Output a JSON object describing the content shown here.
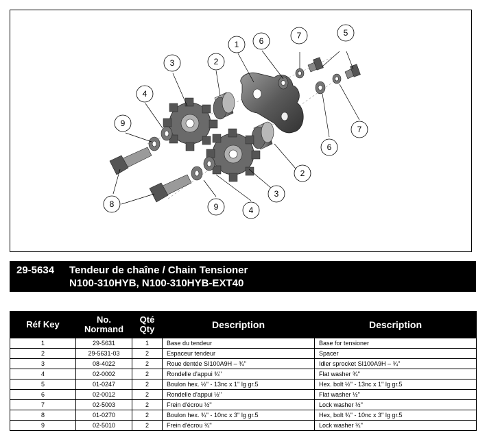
{
  "header": {
    "part_number": "29-5634",
    "title_line1": "Tendeur de chaîne /  Chain Tensioner",
    "title_line2": "N100-310HYB, N100-310HYB-EXT40"
  },
  "diagram": {
    "callouts": [
      "1",
      "2",
      "2",
      "3",
      "3",
      "4",
      "4",
      "5",
      "6",
      "6",
      "7",
      "7",
      "8",
      "9",
      "9"
    ]
  },
  "table": {
    "headers": {
      "ref_key": "Réf  Key",
      "no_line1": "No.",
      "no_line2": "Normand",
      "qty_line1": "Qté",
      "qty_line2": "Qty",
      "desc_fr": "Description",
      "desc_en": "Description"
    },
    "rows": [
      {
        "ref": "1",
        "no": "29-5631",
        "qty": "1",
        "fr": "Base du tendeur",
        "en": "Base for tensioner"
      },
      {
        "ref": "2",
        "no": "29-5631-03",
        "qty": "2",
        "fr": "Espaceur tendeur",
        "en": "Spacer"
      },
      {
        "ref": "3",
        "no": "08-4022",
        "qty": "2",
        "fr": "Roue dentée SI100A9H – ¾''",
        "en": "Idler sprocket  SI100A9H – ¾''"
      },
      {
        "ref": "4",
        "no": "02-0002",
        "qty": "2",
        "fr": "Rondelle d'appui ¾''",
        "en": "Flat washer ¾''"
      },
      {
        "ref": "5",
        "no": "01-0247",
        "qty": "2",
        "fr": "Boulon hex. ½'' - 13nc x 1'' lg gr.5",
        "en": "Hex. bolt ½'' - 13nc x 1'' lg gr.5"
      },
      {
        "ref": "6",
        "no": "02-0012",
        "qty": "2",
        "fr": "Rondelle d'appui ½''",
        "en": "Flat washer ½''"
      },
      {
        "ref": "7",
        "no": "02-5003",
        "qty": "2",
        "fr": "Frein d'écrou ½''",
        "en": "Lock washer ½''"
      },
      {
        "ref": "8",
        "no": "01-0270",
        "qty": "2",
        "fr": "Boulon hex. ¾'' - 10nc x 3'' lg gr.5",
        "en": "Hex, bolt ¾'' - 10nc x 3'' lg gr.5"
      },
      {
        "ref": "9",
        "no": "02-5010",
        "qty": "2",
        "fr": "Frein d'écrou ¾''",
        "en": "Lock washer ¾''"
      }
    ]
  }
}
